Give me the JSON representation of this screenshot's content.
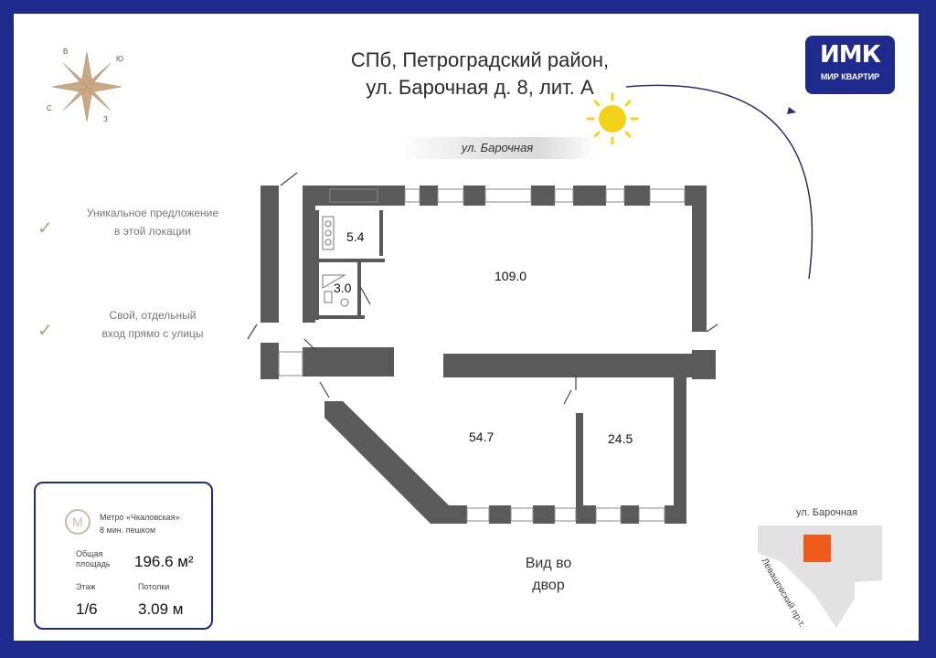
{
  "header": {
    "title_line1": "СПб, Петроградский район,",
    "title_line2": "ул. Барочная д. 8, лит. А"
  },
  "logo": {
    "mark": "ИМК",
    "name": "МИР КВАРТИР"
  },
  "compass": {
    "n": "В",
    "e": "Ю",
    "s": "З",
    "w": "С"
  },
  "street_top": "ул. Барочная",
  "features": [
    {
      "line1": "Уникальное предложение",
      "line2": "в этой локации"
    },
    {
      "line1": "Свой, отдельный",
      "line2": "вход прямо с улицы"
    }
  ],
  "rooms": {
    "kitchen": "5.4",
    "bath": "3.0",
    "main_hall": "109.0",
    "room_left": "54.7",
    "room_right": "24.5"
  },
  "yard_label": {
    "line1": "Вид во",
    "line2": "двор"
  },
  "info": {
    "metro_name": "Метро «Чкаловская»",
    "metro_walk": "8 мин. пешком",
    "area_label_1": "Общая",
    "area_label_2": "площадь",
    "area_value": "196.6 м²",
    "floor_label": "Этаж",
    "floor_value": "1/6",
    "ceiling_label": "Потолки",
    "ceiling_value": "3.09 м"
  },
  "map": {
    "street_top": "ул. Барочная",
    "street_side": "Левашовский пр-т."
  },
  "colors": {
    "frame": "#1e2a8c",
    "wall": "#5a5a5a",
    "highlight": "#f05a1a",
    "sun": "#f2d21b",
    "accent": "#b59a7a"
  }
}
